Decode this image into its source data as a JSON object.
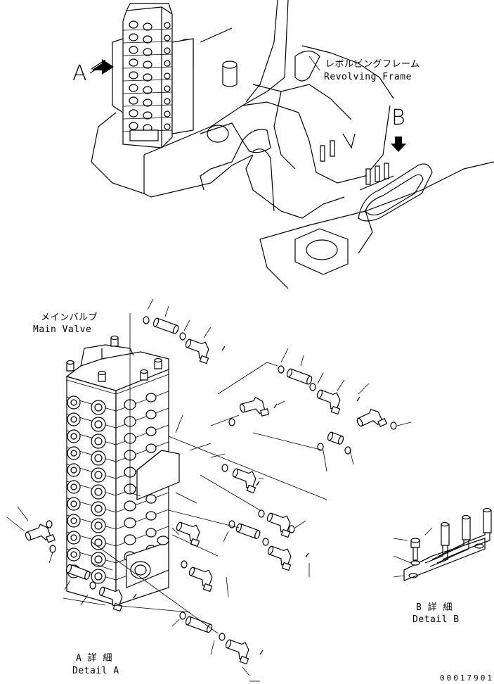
{
  "labels": {
    "revolving_frame_jp": "レボルビングフレーム",
    "revolving_frame_en": "Revolving Frame",
    "main_valve_jp": "メインバルブ",
    "main_valve_en": "Main Valve",
    "marker_a": "A",
    "marker_b": "B",
    "detail_a_jp": "A 詳 細",
    "detail_a_en": "Detail A",
    "detail_b_jp": "B 詳 細",
    "detail_b_en": "Detail B",
    "part_number": "00017901"
  }
}
